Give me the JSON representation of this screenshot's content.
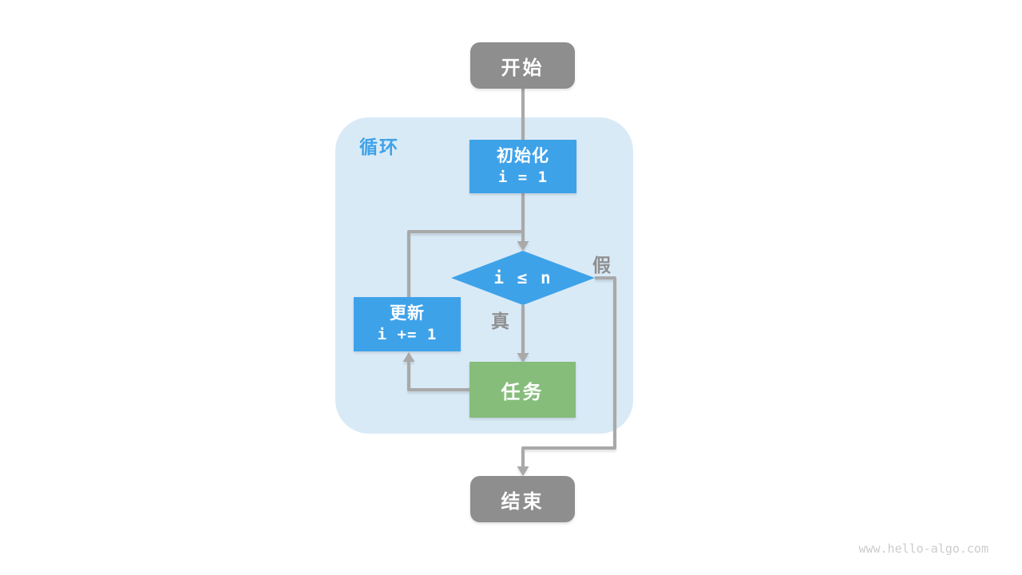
{
  "diagram": {
    "loop_label": "循环",
    "nodes": {
      "start": {
        "label": "开始"
      },
      "init": {
        "label": "初始化",
        "code": "i = 1"
      },
      "condition": {
        "label": "i ≤ n"
      },
      "update": {
        "label": "更新",
        "code": "i += 1"
      },
      "task": {
        "label": "任务"
      },
      "end": {
        "label": "结束"
      }
    },
    "edge_labels": {
      "true_branch": "真",
      "false_branch": "假"
    },
    "colors": {
      "node_blue": "#3EA2E9",
      "node_green": "#86BD7B",
      "node_gray": "#8E8E8E",
      "container_blue": "#D9EAF7",
      "connector_gray": "#A9A9A9",
      "label_gray": "#8F8F8F"
    },
    "watermark": "www.hello-algo.com"
  }
}
